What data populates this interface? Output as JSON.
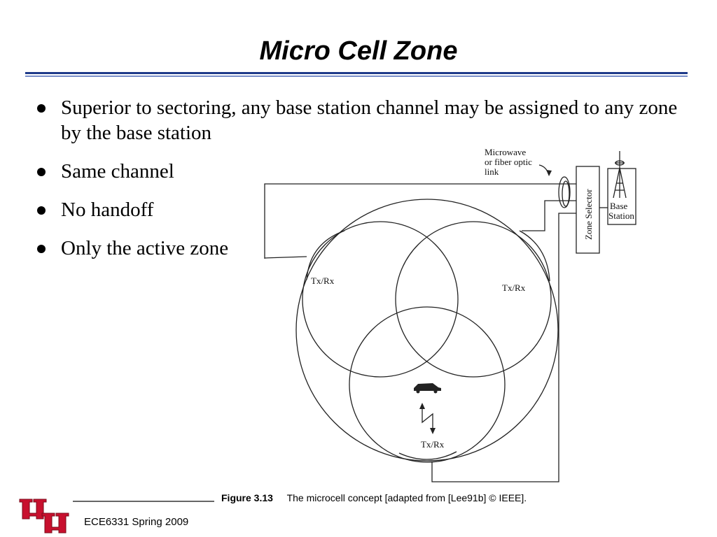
{
  "slide": {
    "title": "Micro Cell Zone",
    "bullets": [
      "Superior to sectoring, any base station channel may be assigned to any zone by the base station",
      "Same channel",
      "No handoff",
      "Only the active zone"
    ]
  },
  "figure": {
    "link_label": [
      "Microwave",
      "or fiber optic",
      "link"
    ],
    "zone_selector_label": "Zone Selector",
    "base_station_label": [
      "Base",
      "Station"
    ],
    "txrx_labels": [
      "Tx/Rx",
      "Tx/Rx",
      "Tx/Rx"
    ],
    "caption_number": "Figure 3.13",
    "caption_text": "The microcell concept [adapted from [Lee91b] © IEEE]."
  },
  "footer": {
    "course": "ECE6331 Spring 2009",
    "logo_text": "UH"
  },
  "colors": {
    "accent_blue": "#1f3b8a",
    "logo_red": "#c8102e"
  }
}
